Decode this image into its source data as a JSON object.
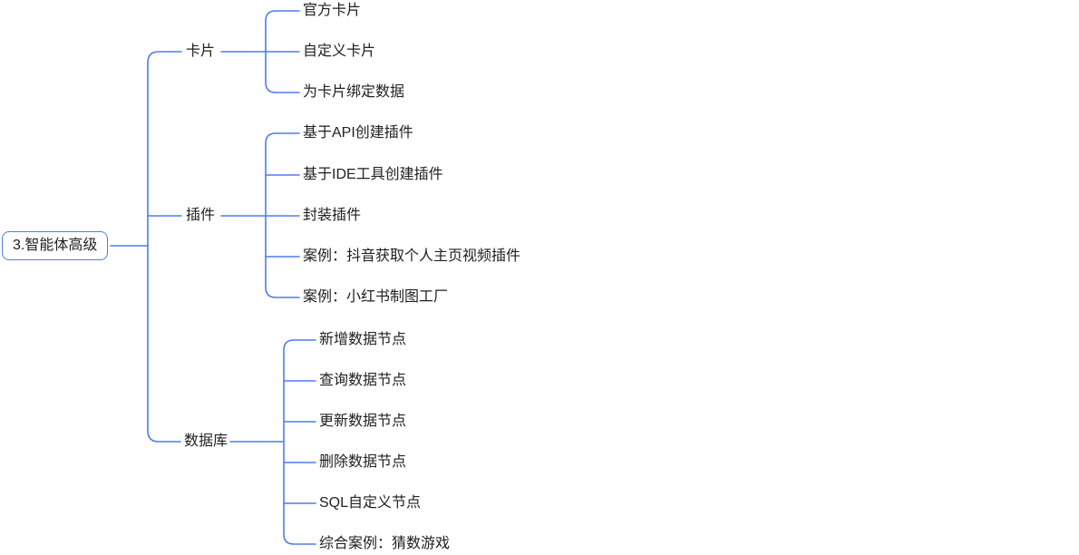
{
  "root": {
    "label": "3.智能体高级"
  },
  "branches": [
    {
      "label": "卡片",
      "children": [
        {
          "label": "官方卡片"
        },
        {
          "label": "自定义卡片"
        },
        {
          "label": "为卡片绑定数据"
        }
      ]
    },
    {
      "label": "插件",
      "children": [
        {
          "label": "基于API创建插件"
        },
        {
          "label": "基于IDE工具创建插件"
        },
        {
          "label": "封装插件"
        },
        {
          "label": "案例：抖音获取个人主页视频插件"
        },
        {
          "label": "案例：小红书制图工厂"
        }
      ]
    },
    {
      "label": "数据库",
      "children": [
        {
          "label": "新增数据节点"
        },
        {
          "label": "查询数据节点"
        },
        {
          "label": "更新数据节点"
        },
        {
          "label": "删除数据节点"
        },
        {
          "label": "SQL自定义节点"
        },
        {
          "label": "综合案例：猜数游戏"
        }
      ]
    }
  ],
  "colors": {
    "line": "#4e7cf0",
    "text": "#212121"
  }
}
